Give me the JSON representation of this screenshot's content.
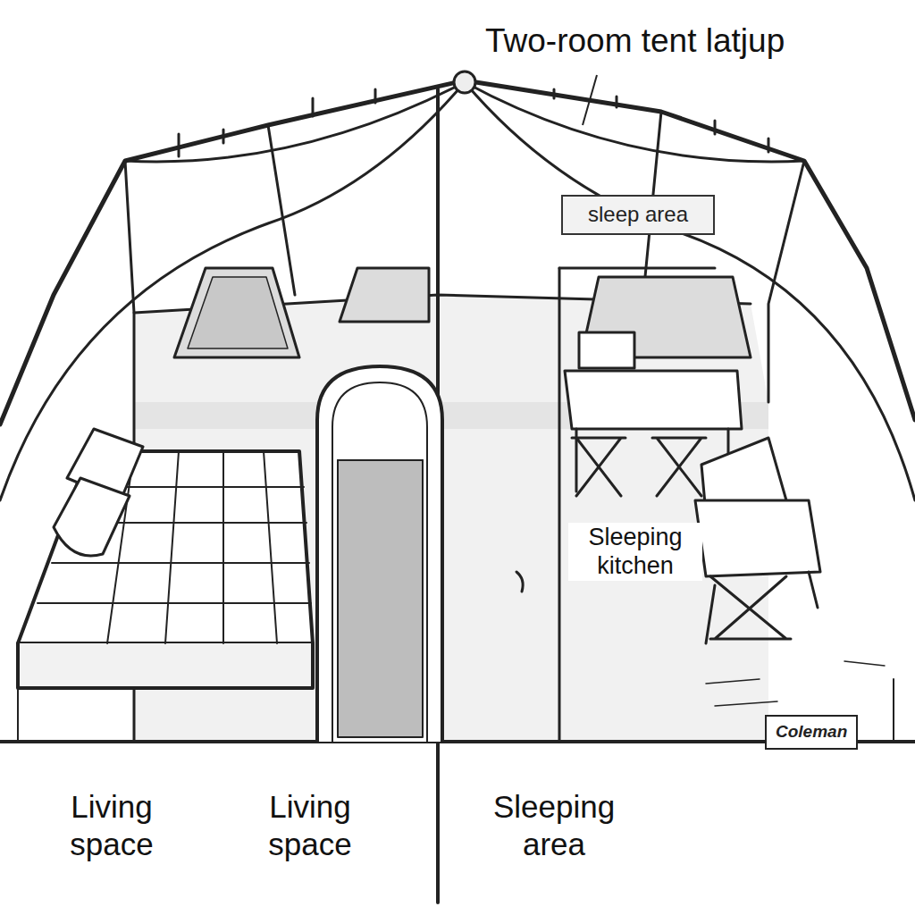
{
  "diagram": {
    "title": "Two-room tent latjup",
    "nodes": [
      {
        "text": [
          "sleep area"
        ]
      },
      {
        "text": [
          "Coleman"
        ]
      }
    ],
    "labels": [
      "Sleeping kitchen",
      "Living space",
      "Living space",
      "Sleeping area"
    ]
  }
}
